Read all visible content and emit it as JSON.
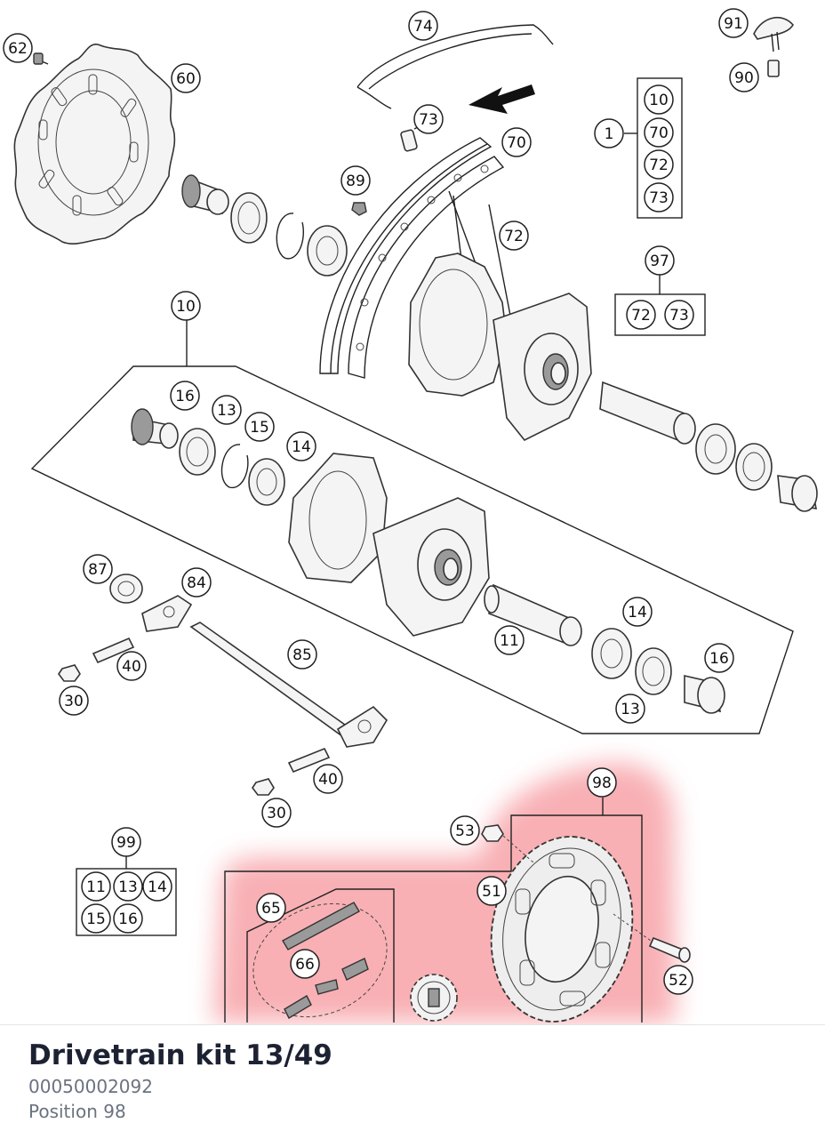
{
  "product": {
    "title": "Drivetrain kit 13/49",
    "part_number": "00050002092",
    "position_label": "Position 98"
  },
  "diagram": {
    "highlight_color": "#f7a3a8",
    "callouts": [
      {
        "id": "c62",
        "label": "62"
      },
      {
        "id": "c60",
        "label": "60"
      },
      {
        "id": "c74",
        "label": "74"
      },
      {
        "id": "c91",
        "label": "91"
      },
      {
        "id": "c90",
        "label": "90"
      },
      {
        "id": "c73a",
        "label": "73"
      },
      {
        "id": "c70a",
        "label": "70"
      },
      {
        "id": "c1",
        "label": "1"
      },
      {
        "id": "c89",
        "label": "89"
      },
      {
        "id": "c72a",
        "label": "72"
      },
      {
        "id": "c97",
        "label": "97"
      },
      {
        "id": "c10a",
        "label": "10"
      },
      {
        "id": "c16a",
        "label": "16"
      },
      {
        "id": "c13a",
        "label": "13"
      },
      {
        "id": "c15a",
        "label": "15"
      },
      {
        "id": "c14a",
        "label": "14"
      },
      {
        "id": "c87",
        "label": "87"
      },
      {
        "id": "c84",
        "label": "84"
      },
      {
        "id": "c40a",
        "label": "40"
      },
      {
        "id": "c30a",
        "label": "30"
      },
      {
        "id": "c85",
        "label": "85"
      },
      {
        "id": "c11a",
        "label": "11"
      },
      {
        "id": "c14b",
        "label": "14"
      },
      {
        "id": "c16b",
        "label": "16"
      },
      {
        "id": "c13b",
        "label": "13"
      },
      {
        "id": "c40b",
        "label": "40"
      },
      {
        "id": "c30b",
        "label": "30"
      },
      {
        "id": "c98",
        "label": "98"
      },
      {
        "id": "c53",
        "label": "53"
      },
      {
        "id": "c99",
        "label": "99"
      },
      {
        "id": "c51",
        "label": "51"
      },
      {
        "id": "c65",
        "label": "65"
      },
      {
        "id": "c66",
        "label": "66"
      },
      {
        "id": "c52",
        "label": "52"
      }
    ],
    "groups": [
      {
        "id": "g1",
        "items": [
          {
            "label": "10"
          },
          {
            "label": "70"
          },
          {
            "label": "72"
          },
          {
            "label": "73"
          }
        ]
      },
      {
        "id": "g97",
        "items": [
          {
            "label": "72"
          },
          {
            "label": "73"
          }
        ]
      },
      {
        "id": "g99",
        "items": [
          {
            "label": "11"
          },
          {
            "label": "13"
          },
          {
            "label": "14"
          },
          {
            "label": "15"
          },
          {
            "label": "16"
          }
        ]
      }
    ]
  }
}
